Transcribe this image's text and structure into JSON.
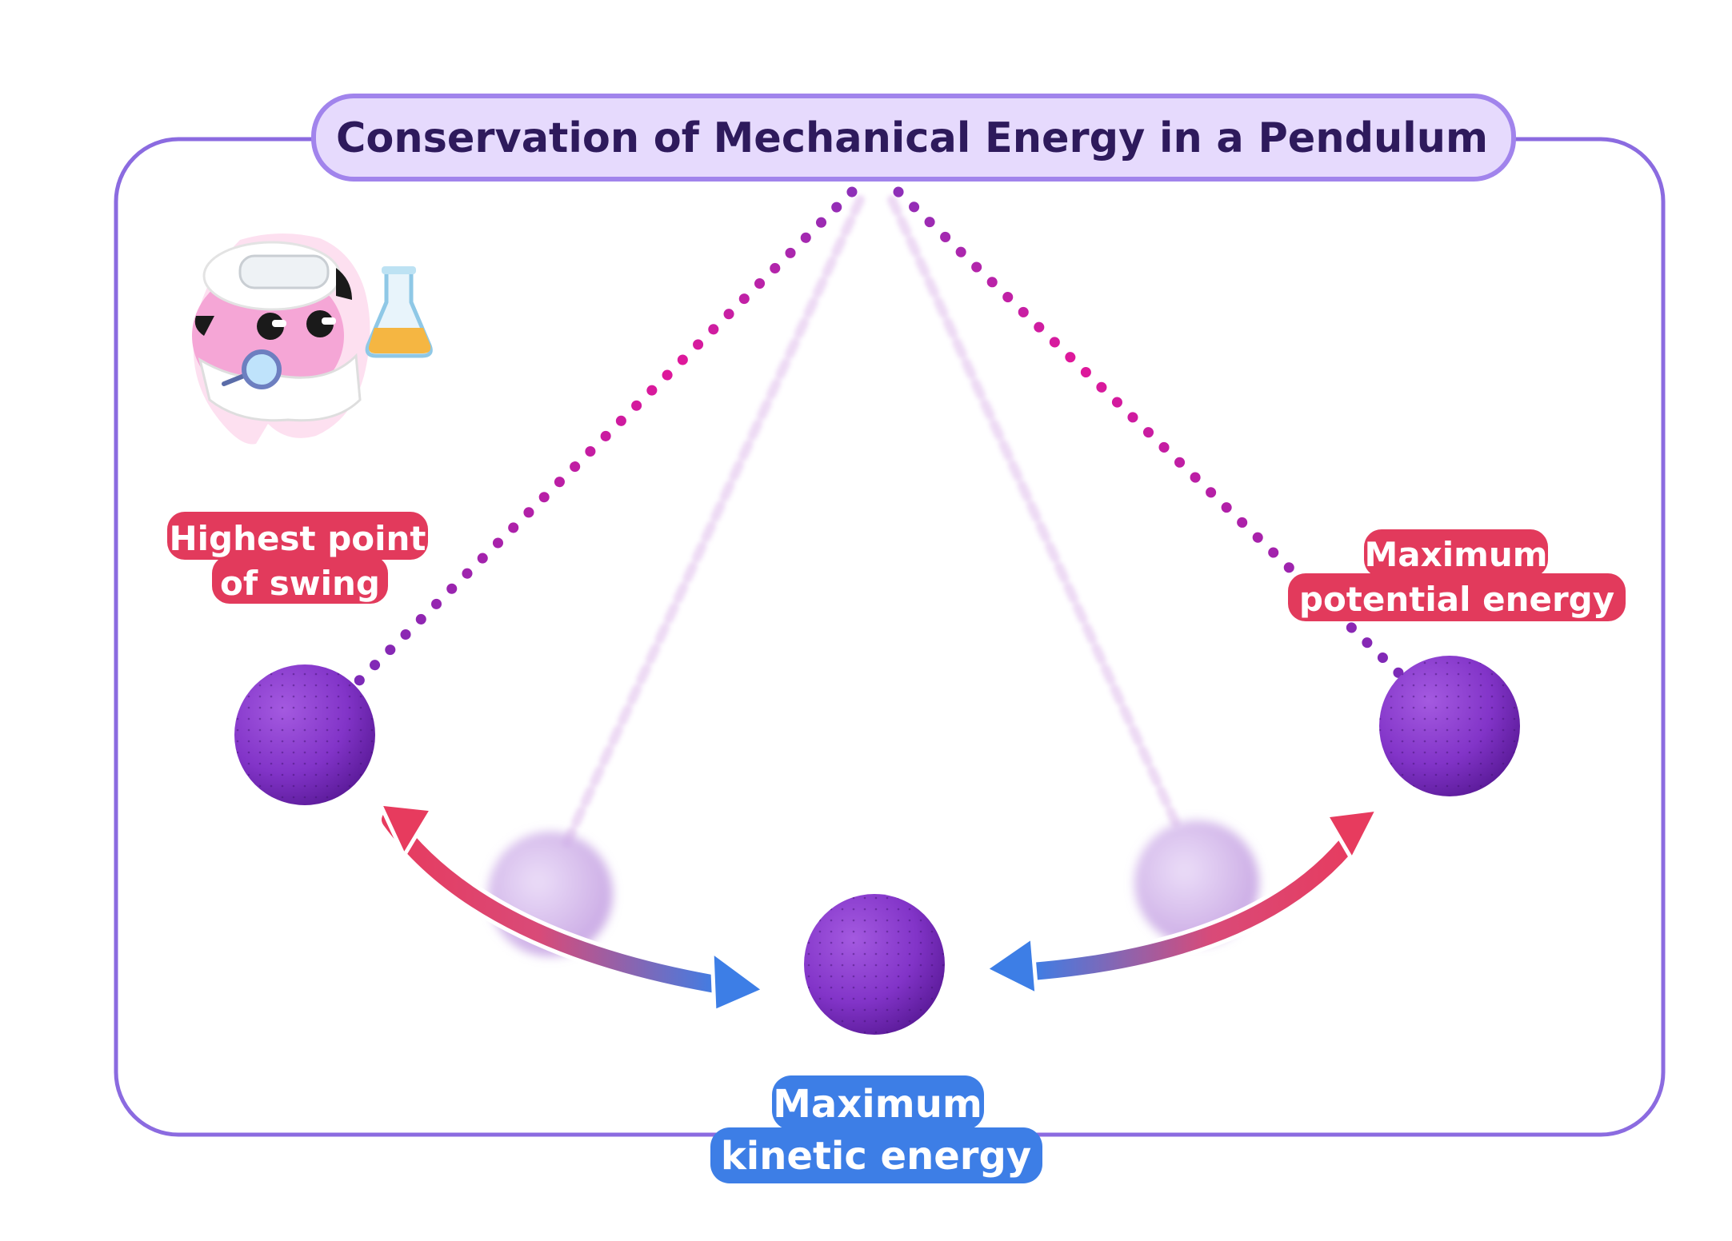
{
  "title": "Conservation of Mechanical Energy in a Pendulum",
  "labels": {
    "highest_point": [
      "Highest point",
      "of swing"
    ],
    "max_potential": [
      "Maximum",
      "potential energy"
    ],
    "max_kinetic": [
      "Maximum",
      "kinetic energy"
    ]
  },
  "icons": [
    "scientist-mascot-icon",
    "flask-icon",
    "magnifier-icon"
  ],
  "colors": {
    "frame": "#8b6be0",
    "title_bg": "#e6dafd",
    "title_text": "#2e1a5c",
    "string_top": "#8c2fb0",
    "string_mid": "#e0129a",
    "bob": "#7b2bbd",
    "label_red": "#e23a5c",
    "label_blue": "#3d7ee6"
  }
}
